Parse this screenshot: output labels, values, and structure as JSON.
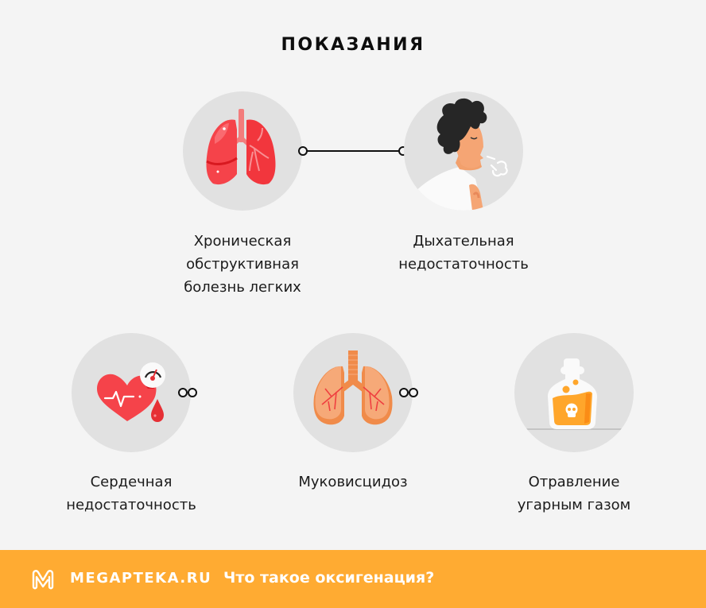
{
  "title": "ПОКАЗАНИЯ",
  "items": [
    {
      "id": "copd",
      "icon": "red-lungs-icon",
      "label_lines": [
        "Хроническая",
        "обструктивная",
        "болезнь легких"
      ]
    },
    {
      "id": "respiratory-failure",
      "icon": "man-exhaling-icon",
      "label_lines": [
        "Дыхательная",
        "недостаточность"
      ]
    },
    {
      "id": "heart-failure",
      "icon": "heart-pressure-icon",
      "label_lines": [
        "Сердечная",
        "недостаточность"
      ]
    },
    {
      "id": "cystic-fibrosis",
      "icon": "orange-lungs-icon",
      "label_lines": [
        "Муковисцидоз"
      ]
    },
    {
      "id": "co-poisoning",
      "icon": "poison-bottle-icon",
      "label_lines": [
        "Отравление",
        "угарным газом"
      ]
    }
  ],
  "footer": {
    "brand": "MEGAPTEKA.RU",
    "tagline": "Что такое оксигенация?",
    "background_color": "#ffab32"
  },
  "colors": {
    "background": "#f4f4f4",
    "circle": "#e1e1e1",
    "connector": "#111111"
  }
}
